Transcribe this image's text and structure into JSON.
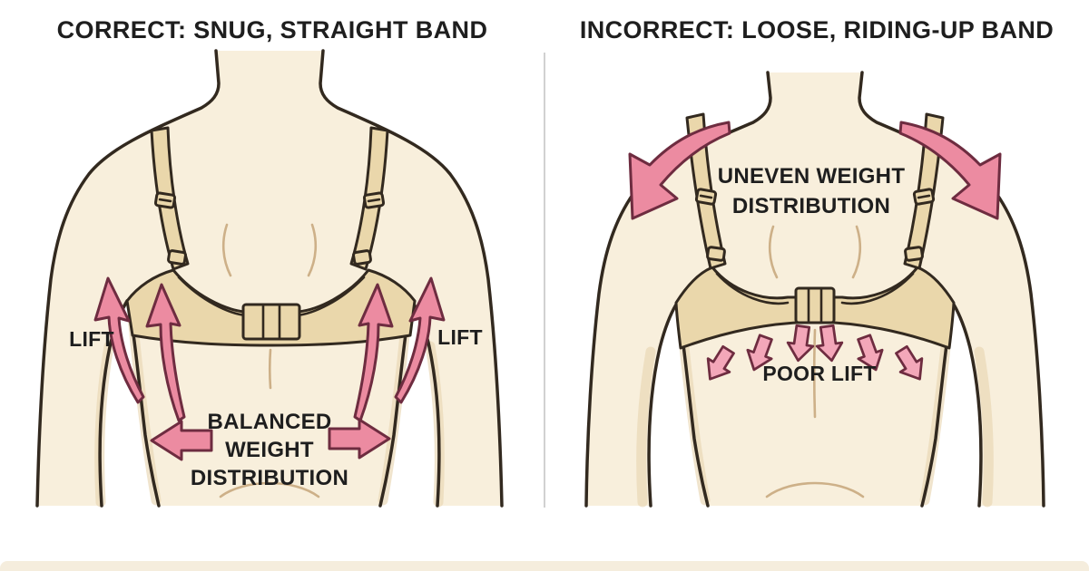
{
  "colors": {
    "bg": "#ffffff",
    "skin": "#f8efdc",
    "skin_shade": "#e8d5b2",
    "bra": "#ead7ab",
    "outline": "#32291f",
    "detail": "#c8a87e",
    "arrow_big": "#ec8ba1",
    "arrow_small": "#f3a7b9",
    "arrow_stroke": "#6e2c40",
    "divider": "#c9c9c9",
    "text": "#1e1e1e",
    "bottom_strip": "#f2e8d5"
  },
  "left_panel": {
    "title": "CORRECT: SNUG, STRAIGHT BAND",
    "lift_left": "LIFT",
    "lift_right": "LIFT",
    "bottom_label": "BALANCED WEIGHT DISTRIBUTION"
  },
  "right_panel": {
    "title": "INCORRECT: LOOSE, RIDING-UP BAND",
    "top_label": "UNEVEN WEIGHT DISTRIBUTION",
    "bottom_label": "POOR LIFT"
  }
}
